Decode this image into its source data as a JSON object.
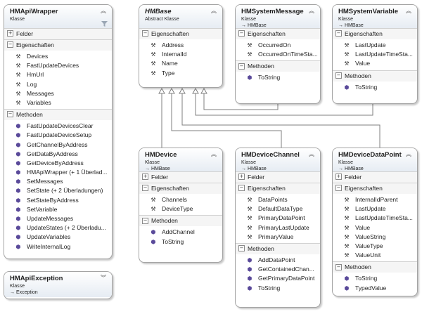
{
  "labels": {
    "felder": "Felder",
    "eigenschaften": "Eigenschaften",
    "methoden": "Methoden"
  },
  "icons": {
    "property": "wrench-icon",
    "method": "method-cube-icon",
    "expand": "plus",
    "collapse": "minus"
  },
  "classes": [
    {
      "id": "hmapiwrapper",
      "name": "HMApiWrapper",
      "stereotype": "Klasse",
      "base": "",
      "abstract": false,
      "felder": {
        "expanded": false
      },
      "eigenschaften": [
        "Devices",
        "FastUpdateDevices",
        "HmUrl",
        "Log",
        "Messages",
        "Variables"
      ],
      "methoden": [
        "FastUpdateDevicesClear",
        "FastUpdateDeviceSetup",
        "GetChannelByAddress",
        "GetDataByAddress",
        "GetDeviceByAddress",
        "HMApiWrapper (+ 1 Überlad...",
        "SetMessages",
        "SetState (+ 2 Überladungen)",
        "SetStateByAddress",
        "SetVariable",
        "UpdateMessages",
        "UpdateStates (+ 2 Überladu...",
        "UpdateVariables",
        "WriteInternalLog"
      ]
    },
    {
      "id": "hmbase",
      "name": "HMBase",
      "stereotype": "Abstract Klasse",
      "base": "",
      "abstract": true,
      "eigenschaften": [
        "Address",
        "InternalId",
        "Name",
        "Type"
      ]
    },
    {
      "id": "hmsystemmessage",
      "name": "HMSystemMessage",
      "stereotype": "Klasse",
      "base": "→ HMBase",
      "eigenschaften": [
        "OccurredOn",
        "OccurredOnTimeSta..."
      ],
      "methoden": [
        "ToString"
      ]
    },
    {
      "id": "hmsystemvariable",
      "name": "HMSystemVariable",
      "stereotype": "Klasse",
      "base": "→ HMBase",
      "eigenschaften": [
        "LastUpdate",
        "LastUpdateTimeSta...",
        "Value"
      ],
      "methoden": [
        "ToString"
      ]
    },
    {
      "id": "hmdevice",
      "name": "HMDevice",
      "stereotype": "Klasse",
      "base": "→ HMBase",
      "felder": {
        "expanded": false
      },
      "eigenschaften": [
        "Channels",
        "DeviceType"
      ],
      "methoden": [
        "AddChannel",
        "ToString"
      ]
    },
    {
      "id": "hmdevicechannel",
      "name": "HMDeviceChannel",
      "stereotype": "Klasse",
      "base": "→ HMBase",
      "felder": {
        "expanded": false
      },
      "eigenschaften": [
        "DataPoints",
        "DefaultDataType",
        "PrimaryDataPoint",
        "PrimaryLastUpdate",
        "PrimaryValue"
      ],
      "methoden": [
        "AddDataPoint",
        "GetContainedChan...",
        "GetPrimaryDataPoint",
        "ToString"
      ]
    },
    {
      "id": "hmdevicedatapoint",
      "name": "HMDeviceDataPoint",
      "stereotype": "Klasse",
      "base": "→ HMBase",
      "felder": {
        "expanded": false
      },
      "eigenschaften": [
        "InternalIdParent",
        "LastUpdate",
        "LastUpdateTimeSta...",
        "Value",
        "ValueString",
        "ValueType",
        "ValueUnit"
      ],
      "methoden": [
        "ToString",
        "TypedValue"
      ]
    },
    {
      "id": "hmapiexception",
      "name": "HMApiException",
      "stereotype": "Klasse",
      "base": "→ Exception"
    }
  ]
}
